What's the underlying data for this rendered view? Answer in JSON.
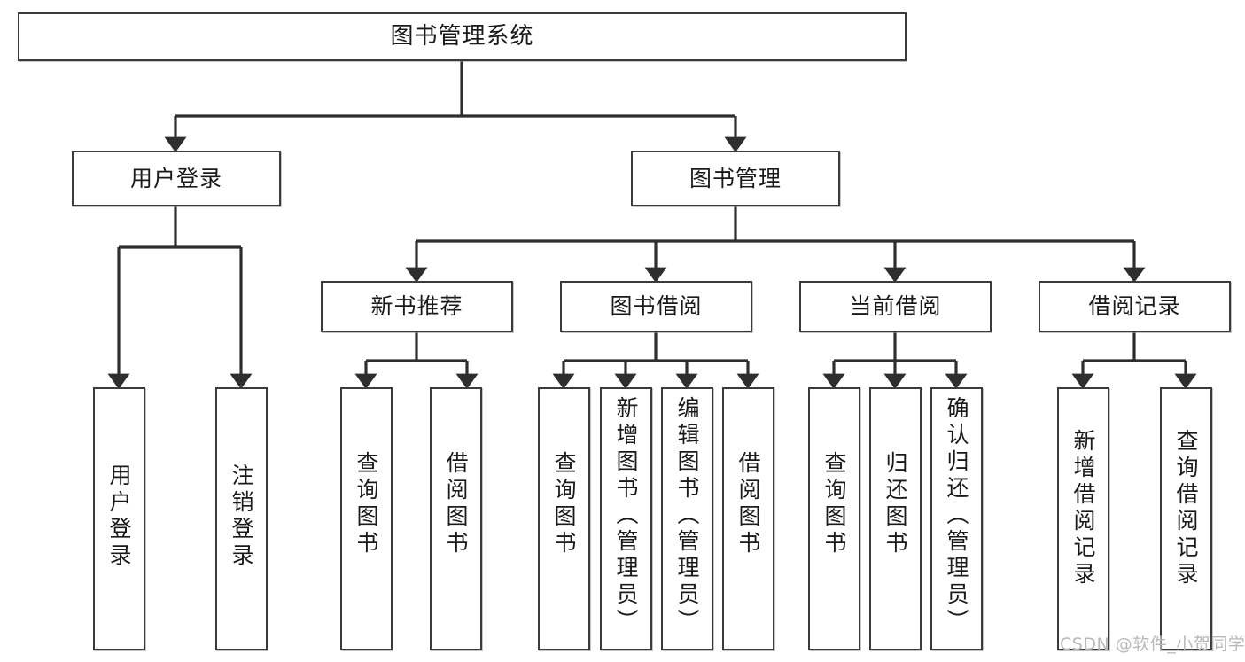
{
  "diagram": {
    "type": "tree-hierarchy",
    "title": "图书管理系统",
    "watermark": "CSDN @软件_小贺同学",
    "style": {
      "box_border_color": "#3b3b3b",
      "box_fill_color": "#ffffff",
      "line_color": "#2e2e2e",
      "text_color": "#1a1a1a",
      "watermark_color": "#b9b9b9",
      "background": "#ffffff"
    },
    "levels": [
      {
        "level": 1,
        "nodes": [
          {
            "id": "root",
            "label": "图书管理系统",
            "orientation": "horizontal"
          }
        ]
      },
      {
        "level": 2,
        "nodes": [
          {
            "id": "user-login",
            "label": "用户登录",
            "orientation": "horizontal",
            "parent": "root"
          },
          {
            "id": "book-manage",
            "label": "图书管理",
            "orientation": "horizontal",
            "parent": "root"
          }
        ]
      },
      {
        "level": 3,
        "nodes": [
          {
            "id": "new-book-rec",
            "label": "新书推荐",
            "orientation": "horizontal",
            "parent": "book-manage"
          },
          {
            "id": "book-borrow",
            "label": "图书借阅",
            "orientation": "horizontal",
            "parent": "book-manage"
          },
          {
            "id": "current-borrow",
            "label": "当前借阅",
            "orientation": "horizontal",
            "parent": "book-manage"
          },
          {
            "id": "borrow-record",
            "label": "借阅记录",
            "orientation": "horizontal",
            "parent": "book-manage"
          }
        ]
      },
      {
        "level": 4,
        "nodes": [
          {
            "id": "leaf-user-login",
            "label": "用户登录",
            "orientation": "vertical",
            "parent": "user-login"
          },
          {
            "id": "leaf-logout",
            "label": "注销登录",
            "orientation": "vertical",
            "parent": "user-login"
          },
          {
            "id": "leaf-query-book-1",
            "label": "查询图书",
            "orientation": "vertical",
            "parent": "new-book-rec"
          },
          {
            "id": "leaf-borrow-book-1",
            "label": "借阅图书",
            "orientation": "vertical",
            "parent": "new-book-rec"
          },
          {
            "id": "leaf-query-book-2",
            "label": "查询图书",
            "orientation": "vertical",
            "parent": "book-borrow"
          },
          {
            "id": "leaf-add-book",
            "label": "新增图书（管理员）",
            "orientation": "vertical",
            "parent": "book-borrow"
          },
          {
            "id": "leaf-edit-book",
            "label": "编辑图书（管理员）",
            "orientation": "vertical",
            "parent": "book-borrow"
          },
          {
            "id": "leaf-borrow-book-2",
            "label": "借阅图书",
            "orientation": "vertical",
            "parent": "book-borrow"
          },
          {
            "id": "leaf-query-book-3",
            "label": "查询图书",
            "orientation": "vertical",
            "parent": "current-borrow"
          },
          {
            "id": "leaf-return-book",
            "label": "归还图书",
            "orientation": "vertical",
            "parent": "current-borrow"
          },
          {
            "id": "leaf-confirm-return",
            "label": "确认归还（管理员）",
            "orientation": "vertical",
            "parent": "current-borrow"
          },
          {
            "id": "leaf-add-record",
            "label": "新增借阅记录",
            "orientation": "vertical",
            "parent": "borrow-record"
          },
          {
            "id": "leaf-query-record",
            "label": "查询借阅记录",
            "orientation": "vertical",
            "parent": "borrow-record"
          }
        ]
      }
    ]
  }
}
